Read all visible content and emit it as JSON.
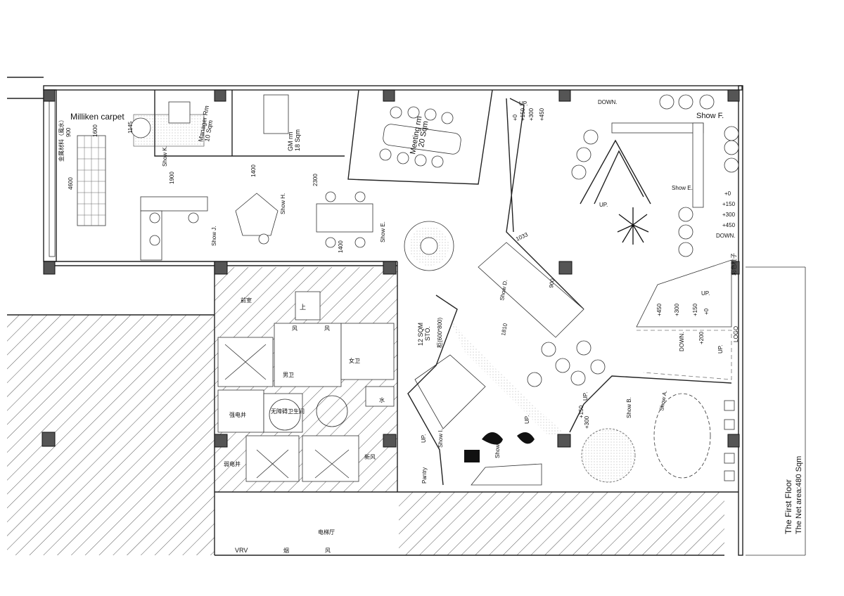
{
  "title": {
    "floor": "The First Floor",
    "area": "The Net area:480 Sqm"
  },
  "labels": {
    "carpet": "Milliken carpet",
    "d900": "900",
    "d1600": "1600",
    "d1145": "1145",
    "d4600": "4600",
    "metal": "金属材料（風水）",
    "manager": "Manager Rm",
    "manager_area": "10 Sqm",
    "gm": "GM rm",
    "gm_area": "18 Sqm",
    "showK": "Show K.",
    "d1900": "1900",
    "d1400a": "1400",
    "d2300": "2300",
    "showH": "Show H.",
    "showJ": "Show J.",
    "d1400b": "1400",
    "showE1": "Show E.",
    "meeting": "Meeting rm",
    "meeting_area": "20 Sqm",
    "up1": "UP.",
    "st0": "+0",
    "st150": "+150",
    "st300": "+300",
    "st450": "+450",
    "down1": "DOWN.",
    "showF": "Show F.",
    "showE2": "Show E.",
    "up2": "UP.",
    "r0": "+0",
    "r150": "+150",
    "r300": "+300",
    "r450": "+450",
    "down2": "DOWN.",
    "pillar": "彩色柱子",
    "d1033": "1033",
    "showD": "Show D.",
    "d900b": "900",
    "d1810": "1810",
    "sto1": "12 SQM",
    "sto2": "STO.",
    "cabinet": "柜(600*800)",
    "up3": "UP.",
    "p450": "+450",
    "p300": "+300",
    "p150": "+150",
    "p0": "+0",
    "down3": "DOWN.",
    "p200": "+200",
    "up4": "UP.",
    "logo": "LOGO",
    "showB": "Show B.",
    "showA": "Show A.",
    "b150": "+150",
    "b300": "+300",
    "up5": "UP.",
    "showI": "Show I.",
    "show": "Show",
    "pantry": "Pantry",
    "up6": "UP.",
    "up7": "UP.",
    "qianshi": "前室",
    "shang": "上",
    "feng1": "风",
    "feng2": "风",
    "nanwei": "男卫",
    "nvwei": "女卫",
    "shui": "水",
    "qiangdian": "强电井",
    "wuzhangai": "无障碍卫生间",
    "ruodian": "弱电井",
    "xinfeng": "新风",
    "dianti": "电梯厅",
    "vrv": "VRV",
    "yan": "烟",
    "feng3": "风"
  },
  "colors": {
    "line": "#222222",
    "column": "#555555",
    "hatch": "#555555"
  }
}
